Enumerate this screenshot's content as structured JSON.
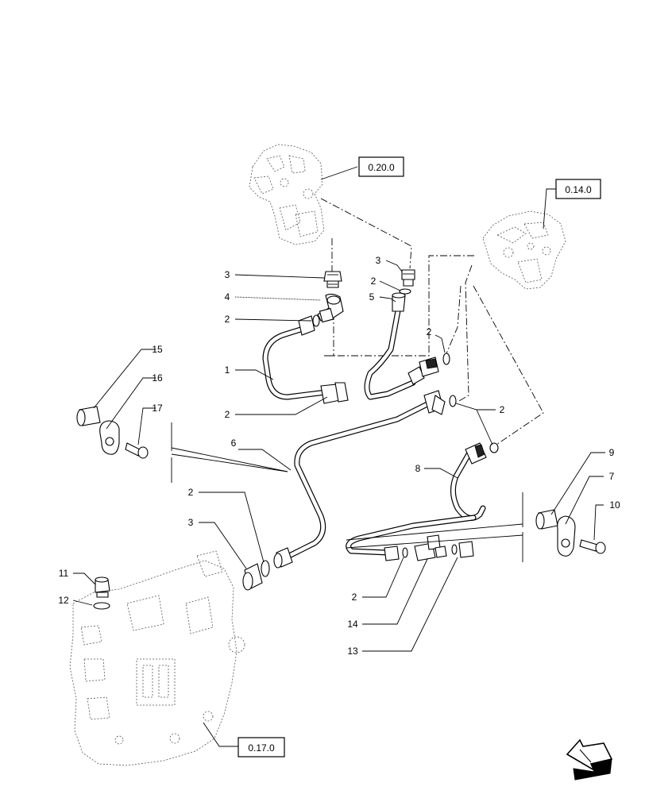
{
  "diagram": {
    "reference_boxes": [
      {
        "id": "ref-020",
        "label": "0.20.0"
      },
      {
        "id": "ref-014",
        "label": "0.14.0"
      },
      {
        "id": "ref-017",
        "label": "0.17.0"
      }
    ],
    "callouts": [
      {
        "id": "c3a",
        "label": "3"
      },
      {
        "id": "c4",
        "label": "4"
      },
      {
        "id": "c2a",
        "label": "2"
      },
      {
        "id": "c1",
        "label": "1"
      },
      {
        "id": "c2b",
        "label": "2"
      },
      {
        "id": "c3b",
        "label": "3"
      },
      {
        "id": "c2c",
        "label": "2"
      },
      {
        "id": "c5",
        "label": "5"
      },
      {
        "id": "c2d",
        "label": "2"
      },
      {
        "id": "c2e",
        "label": "2"
      },
      {
        "id": "c15",
        "label": "15"
      },
      {
        "id": "c16",
        "label": "16"
      },
      {
        "id": "c17",
        "label": "17"
      },
      {
        "id": "c6",
        "label": "6"
      },
      {
        "id": "c8",
        "label": "8"
      },
      {
        "id": "c9",
        "label": "9"
      },
      {
        "id": "c7",
        "label": "7"
      },
      {
        "id": "c10",
        "label": "10"
      },
      {
        "id": "c2f",
        "label": "2"
      },
      {
        "id": "c3c",
        "label": "3"
      },
      {
        "id": "c11",
        "label": "11"
      },
      {
        "id": "c12",
        "label": "12"
      },
      {
        "id": "c2g",
        "label": "2"
      },
      {
        "id": "c14",
        "label": "14"
      },
      {
        "id": "c13",
        "label": "13"
      }
    ],
    "icons": {
      "navigation": "next-page-arrow-icon"
    }
  }
}
